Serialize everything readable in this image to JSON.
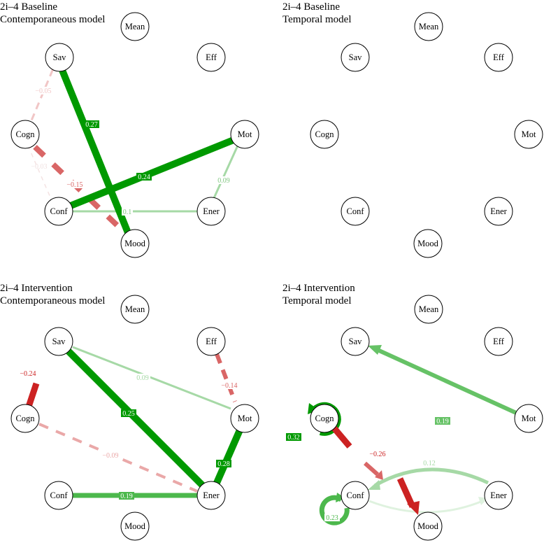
{
  "colors": {
    "positive_strong": "#009900",
    "positive_mid": "#4cb84c",
    "positive_light": "#a6d9a6",
    "positive_faint": "#dff2df",
    "negative_strong": "#cc2222",
    "negative_mid": "#d96666",
    "negative_light": "#eaa8a8",
    "negative_faint": "#f4dede"
  },
  "panels": [
    {
      "title_line1": "2i–4 Baseline",
      "title_line2": "Contemporaneous model",
      "nodes": [
        {
          "id": "Mean",
          "label": "Mean"
        },
        {
          "id": "Sav",
          "label": "Sav"
        },
        {
          "id": "Eff",
          "label": "Eff"
        },
        {
          "id": "Cogn",
          "label": "Cogn"
        },
        {
          "id": "Mot",
          "label": "Mot"
        },
        {
          "id": "Conf",
          "label": "Conf"
        },
        {
          "id": "Ener",
          "label": "Ener"
        },
        {
          "id": "Mood",
          "label": "Mood"
        }
      ],
      "edges": [
        {
          "from": "Sav",
          "to": "Mood",
          "weight": 0.27,
          "label": "0.27",
          "style": "solid"
        },
        {
          "from": "Conf",
          "to": "Mot",
          "weight": 0.24,
          "label": "0.24",
          "style": "solid"
        },
        {
          "from": "Conf",
          "to": "Ener",
          "weight": 0.1,
          "label": "0.1",
          "style": "solid"
        },
        {
          "from": "Mot",
          "to": "Ener",
          "weight": 0.09,
          "label": "0.09",
          "style": "solid"
        },
        {
          "from": "Cogn",
          "to": "Mood",
          "weight": -0.15,
          "label": "−0.15",
          "style": "dashed"
        },
        {
          "from": "Sav",
          "to": "Cogn",
          "weight": -0.05,
          "label": "−0.05",
          "style": "dashed"
        },
        {
          "from": "Cogn",
          "to": "Conf",
          "weight": -0.03,
          "label": "−0.03",
          "style": "dashed"
        }
      ]
    },
    {
      "title_line1": "2i–4 Baseline",
      "title_line2": "Temporal model",
      "nodes": [
        {
          "id": "Mean",
          "label": "Mean"
        },
        {
          "id": "Sav",
          "label": "Sav"
        },
        {
          "id": "Eff",
          "label": "Eff"
        },
        {
          "id": "Cogn",
          "label": "Cogn"
        },
        {
          "id": "Mot",
          "label": "Mot"
        },
        {
          "id": "Conf",
          "label": "Conf"
        },
        {
          "id": "Ener",
          "label": "Ener"
        },
        {
          "id": "Mood",
          "label": "Mood"
        }
      ],
      "edges": []
    },
    {
      "title_line1": "2i–4 Intervention",
      "title_line2": "Contemporaneous model",
      "nodes": [
        {
          "id": "Mean",
          "label": "Mean"
        },
        {
          "id": "Sav",
          "label": "Sav"
        },
        {
          "id": "Eff",
          "label": "Eff"
        },
        {
          "id": "Cogn",
          "label": "Cogn"
        },
        {
          "id": "Mot",
          "label": "Mot"
        },
        {
          "id": "Conf",
          "label": "Conf"
        },
        {
          "id": "Ener",
          "label": "Ener"
        },
        {
          "id": "Mood",
          "label": "Mood"
        }
      ],
      "edges": [
        {
          "from": "Sav",
          "to": "Ener",
          "weight": 0.25,
          "label": "0.25",
          "style": "solid"
        },
        {
          "from": "Sav",
          "to": "Mot",
          "weight": 0.09,
          "label": "0.09",
          "style": "solid"
        },
        {
          "from": "Mot",
          "to": "Ener",
          "weight": 0.28,
          "label": "0.28",
          "style": "solid"
        },
        {
          "from": "Conf",
          "to": "Ener",
          "weight": 0.19,
          "label": "0.19",
          "style": "solid"
        },
        {
          "from": "Eff",
          "to": "Mot",
          "weight": -0.14,
          "label": "−0.14",
          "style": "dashed"
        },
        {
          "from": "Cogn",
          "to": "Ener",
          "weight": -0.09,
          "label": "−0.09",
          "style": "dashed"
        },
        {
          "from": "Cogn",
          "to": "Cogn",
          "weight": -0.24,
          "label": "−0.24",
          "style": "stub"
        }
      ]
    },
    {
      "title_line1": "2i–4 Intervention",
      "title_line2": "Temporal model",
      "nodes": [
        {
          "id": "Mean",
          "label": "Mean"
        },
        {
          "id": "Sav",
          "label": "Sav"
        },
        {
          "id": "Eff",
          "label": "Eff"
        },
        {
          "id": "Cogn",
          "label": "Cogn"
        },
        {
          "id": "Mot",
          "label": "Mot"
        },
        {
          "id": "Conf",
          "label": "Conf"
        },
        {
          "id": "Ener",
          "label": "Ener"
        },
        {
          "id": "Mood",
          "label": "Mood"
        }
      ],
      "edges": [
        {
          "from": "Mot",
          "to": "Sav",
          "weight": 0.19,
          "label": "0.19",
          "style": "arrow"
        },
        {
          "from": "Cogn",
          "to": "Cogn",
          "weight": 0.32,
          "label": "0.32",
          "style": "loop"
        },
        {
          "from": "Cogn",
          "to": "Conf",
          "weight": -0.26,
          "label": "−0.26",
          "style": "arrow"
        },
        {
          "from": "Ener",
          "to": "Conf",
          "weight": 0.12,
          "label": "0.12",
          "style": "arrow-curved"
        },
        {
          "from": "Conf",
          "to": "Ener",
          "weight": 0.05,
          "label": "",
          "style": "arrow-curved"
        },
        {
          "from": "Conf",
          "to": "Mood",
          "weight": -0.2,
          "label": "",
          "style": "arrow"
        },
        {
          "from": "Conf",
          "to": "Conf",
          "weight": 0.23,
          "label": "0.23",
          "style": "loop"
        }
      ]
    }
  ]
}
